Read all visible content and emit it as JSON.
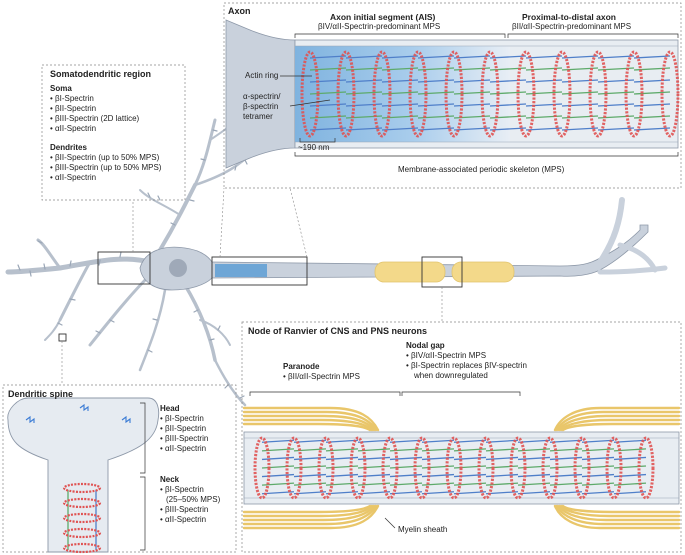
{
  "axon": {
    "title": "Axon",
    "ais_title": "Axon initial segment (AIS)",
    "ais_sub": "βIV/αII-Spectrin-predominant MPS",
    "distal_title": "Proximal-to-distal axon",
    "distal_sub": "βII/αII-Spectrin-predominant MPS",
    "actin_ring": "Actin ring",
    "tetramer_line1": "α-spectrin/",
    "tetramer_line2": "β-spectrin",
    "tetramer_line3": "tetramer",
    "spacing": "~190 nm",
    "mps_caption": "Membrane-associated periodic skeleton (MPS)"
  },
  "somatodendritic": {
    "title": "Somatodendritic region",
    "soma_heading": "Soma",
    "soma_items": [
      "βI-Spectrin",
      "βII-Spectrin",
      "βIII-Spectrin (2D lattice)",
      "αII-Spectrin"
    ],
    "dendrites_heading": "Dendrites",
    "dendrite_items": [
      "βII-Spectrin (up to 50% MPS)",
      "βIII-Spectrin (up to 50% MPS)",
      "αII-Spectrin"
    ]
  },
  "spine": {
    "title": "Dendritic spine",
    "head_heading": "Head",
    "head_items": [
      "βI-Spectrin",
      "βII-Spectrin",
      "βIII-Spectrin",
      "αII-Spectrin"
    ],
    "neck_heading": "Neck",
    "neck_items": [
      "βI-Spectrin",
      "(25–50% MPS)",
      "βIII-Spectrin",
      "αII-Spectrin"
    ]
  },
  "node": {
    "title": "Node of Ranvier of CNS and PNS neurons",
    "paranode_heading": "Paranode",
    "paranode_items": [
      "βII/αII-Spectrin MPS"
    ],
    "gap_heading": "Nodal gap",
    "gap_items": [
      "βIV/αII-Spectrin MPS",
      "βI-Spectrin replaces βIV-spectrin"
    ],
    "gap_extra": "when downregulated",
    "myelin": "Myelin sheath"
  },
  "colors": {
    "neuron": "#c9d1dc",
    "neuron_stroke": "#7f8a99",
    "ais_blue": "#6ea6d6",
    "myelin": "#f3d98a",
    "actin": "#e05252",
    "spectrin_green": "#5daa6a",
    "spectrin_blue": "#4f7fc9"
  }
}
